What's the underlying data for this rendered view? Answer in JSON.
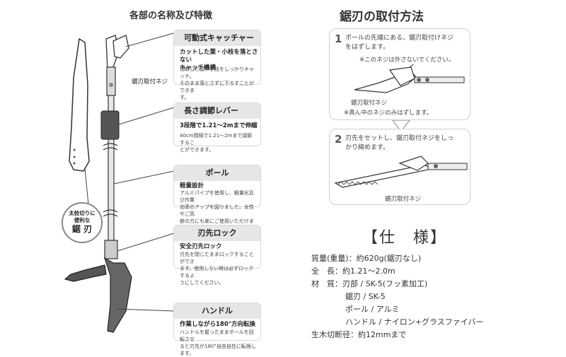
{
  "left_title": "各部の名称及び特徴",
  "right_title": "鋸刃の取付方法",
  "blade_badge": {
    "line1": "太枝切りに",
    "line2": "便利な",
    "line3": "鋸 刃"
  },
  "screw_label": "鋸刃取付ネジ",
  "features": [
    {
      "head": "可動式キャッチャー",
      "sub": "カットした葉・小枝を落とさない\nキャッチ機構",
      "desc": "切断した葉や小枝をしっかりキャッチ。\nそのまま落とさずに下ろすことができま\nす。"
    },
    {
      "head": "長さ調節レバー",
      "sub": "3段階で1.21～2mまで伸縮",
      "desc": "40cm間隔で1.21～2mまで調節するこ\nとができます。"
    },
    {
      "head": "ポール",
      "sub": "軽量設計",
      "desc": "アルミパイプを使用し、軽量化及び作業\n効率のアップを図りました。女性やご高\n齢の方にも楽にご使用いただけます。"
    },
    {
      "head": "刃先ロック",
      "sub": "安全刃先ロック",
      "desc": "刃先を閉じたまま口ックすることができ\nます。使用しない時は必ずロックするよ\nうにしてください。"
    },
    {
      "head": "ハンドル",
      "sub": "作業しながら180°方向転換",
      "desc": "ハンドルを握ったままポールを回転させ\nると刃先が180°自由自在に転換します。"
    }
  ],
  "steps": [
    {
      "num": "1",
      "text": "ポールの先端にある、鋸刃取付けネジ\nをはずします。",
      "note1": "※このネジは外さないでください。",
      "screw": "鋸刃取付ネジ",
      "note2": "※真ん中のネジのみはずします。"
    },
    {
      "num": "2",
      "text": "刃先をセットし、鋸刃取付ネジをしっ\nかり締めます。",
      "screw": "鋸刃取付ネジ"
    }
  ],
  "spec": {
    "title": "【仕　様】",
    "lines": [
      "質量(重量)：約620g(鋸刃なし)",
      "全　長：約1.21～2.0m",
      "材　質：刃部 / SK-5(フッ素加工)",
      "鋸刃 / SK-5",
      "ポール / アルミ",
      "ハンドル / ナイロン+グラスファイバー",
      "生木切断径：約12mmまで"
    ]
  }
}
